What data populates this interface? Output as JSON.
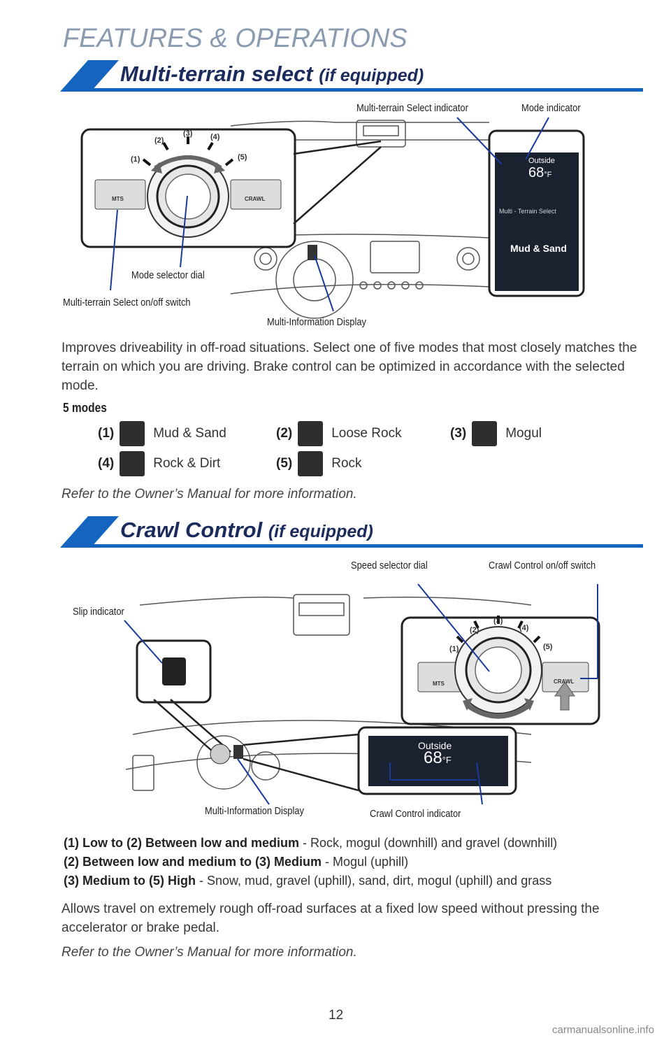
{
  "header": {
    "title": "FEATURES & OPERATIONS"
  },
  "mts": {
    "title": "Multi-terrain select",
    "title_suffix": "(if equipped)",
    "callouts": {
      "indicator": "Multi-terrain Select indicator",
      "mode_indicator": "Mode indicator",
      "dial": "Mode selector dial",
      "switch": "Multi-terrain Select on/off switch",
      "mid": "Multi-Information Display"
    },
    "dial_numbers": [
      "(1)",
      "(2)",
      "(3)",
      "(4)",
      "(5)"
    ],
    "button_left": "MTS",
    "button_right": "CRAWL",
    "display": {
      "outside": "Outside",
      "temp": "68",
      "unit": "°F",
      "menu": "Multi - Terrain Select",
      "mode": "Mud & Sand"
    },
    "description": "Improves driveability in off-road situations. Select one of five modes that most closely matches the terrain on which you are driving. Brake control can be optimized in accordance with the selected mode.",
    "modes_heading": "5 modes",
    "modes": [
      {
        "num": "(1)",
        "name": "Mud & Sand"
      },
      {
        "num": "(2)",
        "name": "Loose Rock"
      },
      {
        "num": "(3)",
        "name": "Mogul"
      },
      {
        "num": "(4)",
        "name": "Rock & Dirt"
      },
      {
        "num": "(5)",
        "name": "Rock"
      }
    ],
    "note": "Refer to the Owner’s Manual for more information."
  },
  "crawl": {
    "title": "Crawl Control",
    "title_suffix": "(if equipped)",
    "callouts": {
      "speed_dial": "Speed selector dial",
      "switch": "Crawl Control on/off switch",
      "slip": "Slip indicator",
      "mid": "Multi-Information Display",
      "indicator": "Crawl Control indicator"
    },
    "dial_numbers": [
      "(1)",
      "(2)",
      "(3)",
      "(4)",
      "(5)"
    ],
    "button_left": "MTS",
    "button_right": "CRAWL",
    "display": {
      "outside": "Outside",
      "temp": "68",
      "unit": "°F"
    },
    "speeds": [
      {
        "range": "(1) Low to (2) Between low and medium",
        "desc": " - Rock, mogul (downhill) and gravel (downhill)"
      },
      {
        "range": "(2) Between low and medium to (3) Medium",
        "desc": " - Mogul (uphill)"
      },
      {
        "range": "(3) Medium to (5) High",
        "desc": " - Snow, mud, gravel (uphill), sand, dirt, mogul (uphill) and grass"
      }
    ],
    "description": "Allows travel on extremely rough off-road surfaces at a fixed low speed without pressing the accelerator or brake pedal.",
    "note": "Refer to the Owner’s Manual for more information."
  },
  "footer": {
    "page_number": "12",
    "watermark": "carmanualsonline.info"
  },
  "colors": {
    "accent_blue": "#1565c0",
    "title_navy": "#1a2b5c"
  }
}
